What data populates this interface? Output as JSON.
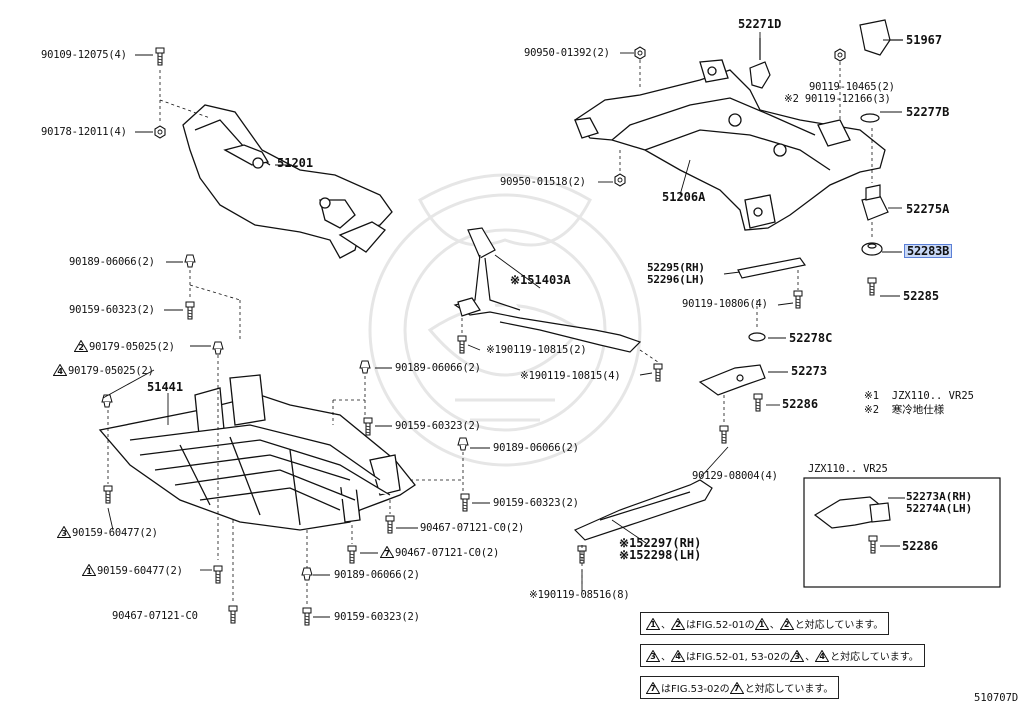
{
  "callouts": {
    "p90109_12075": "90109-12075(4)",
    "p90178_12011": "90178-12011(4)",
    "p51201": "51201",
    "p90189_06066_a": "90189-06066(2)",
    "p90159_60323_a": "90159-60323(2)",
    "p90179_05025_a": "90179-05025(2)",
    "p90179_05025_b": "90179-05025(2)",
    "p51441": "51441",
    "p90189_06066_b": "90189-06066(2)",
    "p90159_60323_b": "90159-60323(2)",
    "p90189_06066_c": "90189-06066(2)",
    "p90159_60323_c": "90159-60323(2)",
    "p90467_07121_a": "90467-07121-C0(2)",
    "p90467_07121_b": "90467-07121-C0(2)",
    "p90159_60477_a": "90159-60477(2)",
    "p90159_60477_b": "90159-60477(2)",
    "p90189_06066_d": "90189-06066(2)",
    "p90467_07121_c": "90467-07121-C0",
    "p90159_60323_d": "90159-60323(2)",
    "p90950_01392": "90950-01392(2)",
    "p90950_01518": "90950-01518(2)",
    "p51206a": "51206A",
    "p52271d": "52271D",
    "p51967": "51967",
    "p90119_10465": "90119-10465(2)",
    "p90119_12166": "90119-12166(3)",
    "p52277b": "52277B",
    "p52275a": "52275A",
    "p52283b": "52283B",
    "p52285": "52285",
    "p151403a": "151403A",
    "p52295": "52295(RH)",
    "p52296": "52296(LH)",
    "p90119_10806": "90119-10806(4)",
    "p90119_10815_a": "90119-10815(2)",
    "p90119_10815_b": "90119-10815(4)",
    "p52278c": "52278C",
    "p52273": "52273",
    "p52286_a": "52286",
    "p90129_08004": "90129-08004(4)",
    "p152297": "152297(RH)",
    "p152298": "152298(LH)",
    "p90119_08516": "90119-08516(8)",
    "p52273a": "52273A(RH)",
    "p52274a": "52274A(LH)",
    "p52286_b": "52286"
  },
  "markers": {
    "ref": "※",
    "ref1": "※1",
    "ref2": "※2",
    "tri1": "1",
    "tri2": "2",
    "tri3": "3",
    "tri4": "4",
    "tri7": "7"
  },
  "legend": {
    "l1_key": "※1",
    "l1_text": "JZX110.. VR25",
    "l2_key": "※2",
    "l2_text": "寒冷地仕様"
  },
  "inset": {
    "title": "JZX110.. VR25"
  },
  "notes": {
    "n1_a": "、",
    "n1_b": "はFIG.52-01の",
    "n1_c": "、",
    "n1_d": "と対応しています。",
    "n2_a": "、",
    "n2_b": "はFIG.52-01, 53-02の",
    "n2_c": "、",
    "n2_d": "と対応しています。",
    "n3_b": "はFIG.53-02の",
    "n3_d": "と対応しています。"
  },
  "figure_id": "510707D",
  "colors": {
    "line": "#111111",
    "highlight_bg": "#c9d9f7",
    "highlight_border": "#5b7fd6",
    "watermark": "#e4e4e4"
  }
}
